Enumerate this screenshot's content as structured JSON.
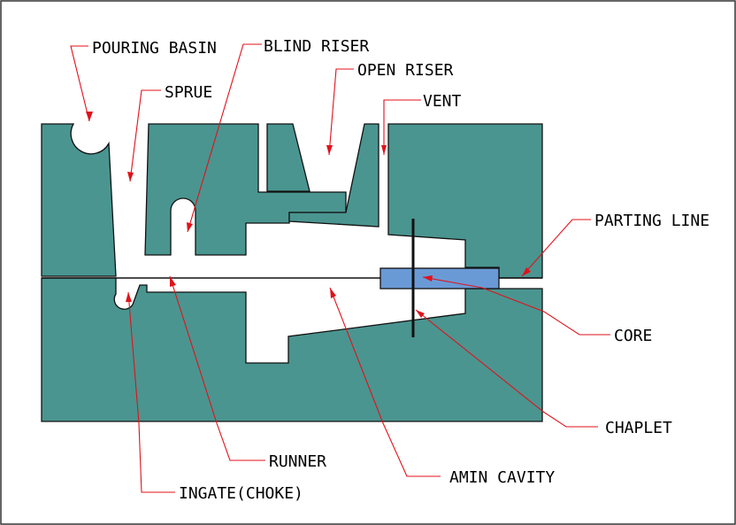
{
  "labels": {
    "pouring_basin": "POURING BASIN",
    "blind_riser": "BLIND RISER",
    "open_riser": "OPEN RISER",
    "sprue": "SPRUE",
    "vent": "VENT",
    "parting_line": "PARTING LINE",
    "core": "CORE",
    "chaplet": "CHAPLET",
    "runner": "RUNNER",
    "main_cavity": "AMIN CAVITY",
    "ingate": "INGATE(CHOKE)"
  },
  "colors": {
    "mold_sand": "#4a9590",
    "core": "#6a9ad6",
    "leader_line": "#e0121a",
    "outline": "#111111"
  }
}
